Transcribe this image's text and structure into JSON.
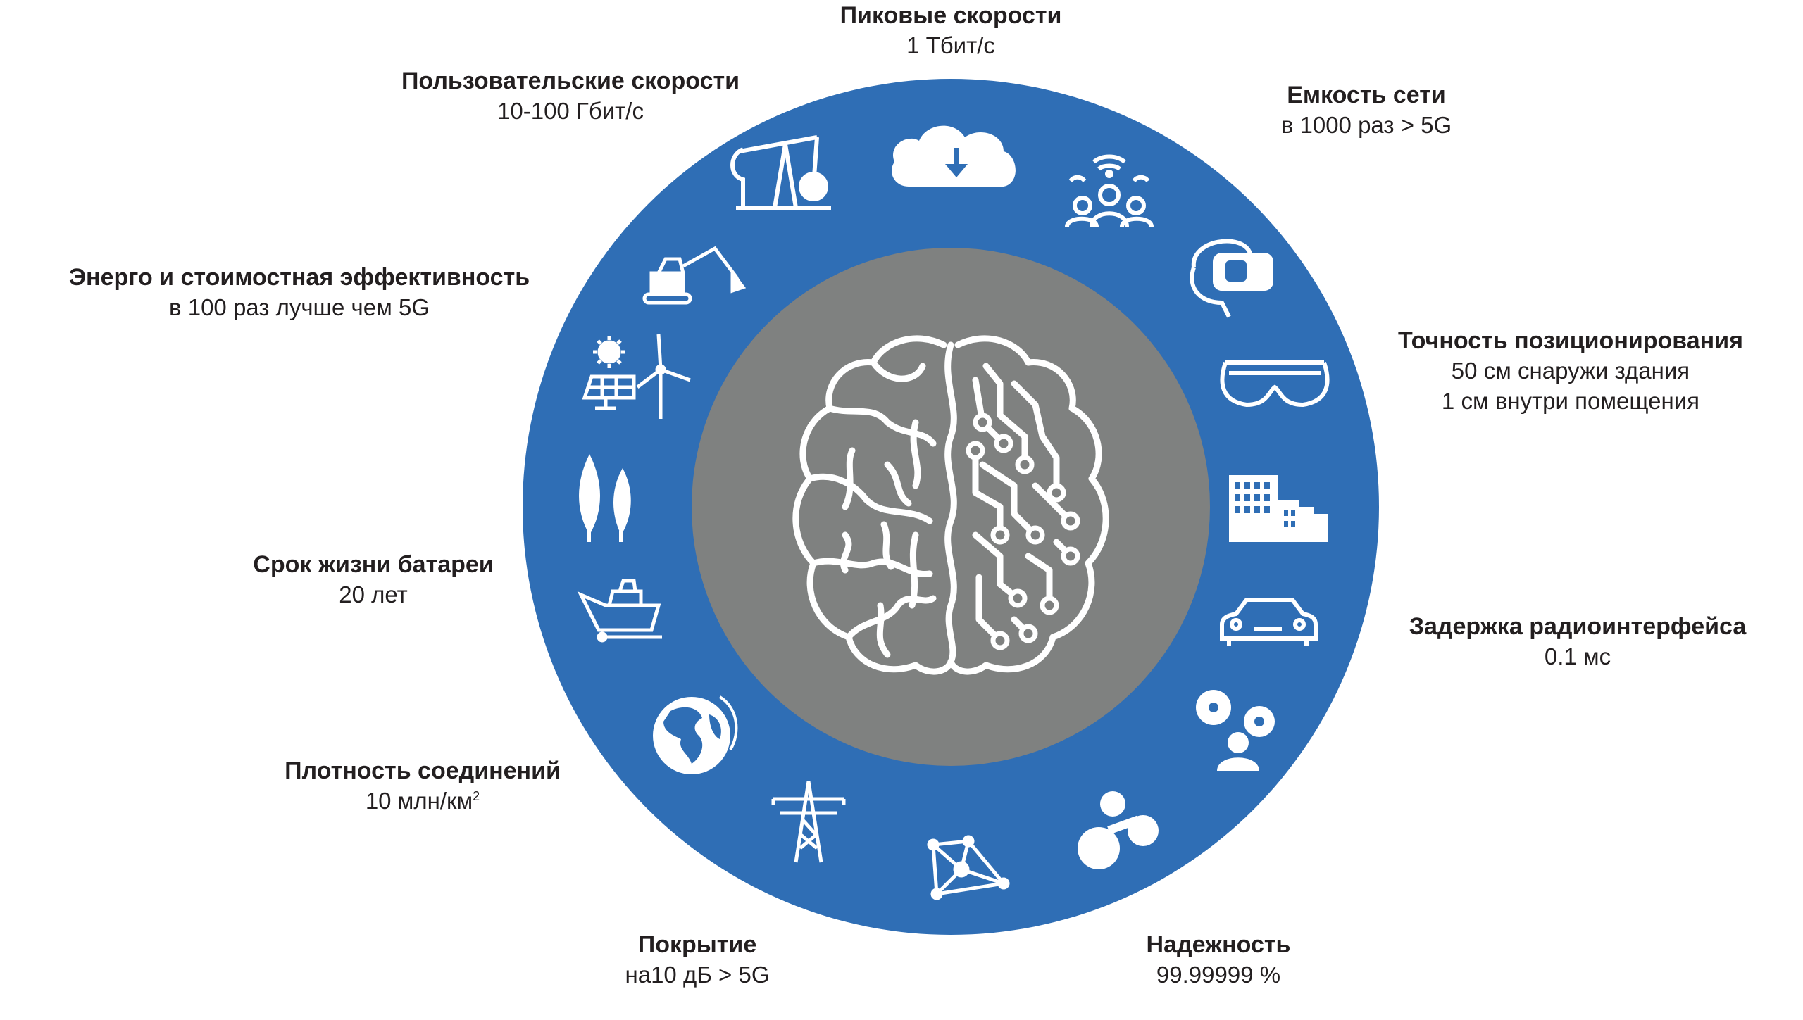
{
  "colors": {
    "ring": "#2f6eb5",
    "core": "#7f8180",
    "icon": "#ffffff",
    "text": "#231f20"
  },
  "center": {
    "icon": "brain-circuit-icon"
  },
  "metrics": [
    {
      "id": "peak",
      "title": "Пиковые скорости",
      "value": "1 Тбит/с"
    },
    {
      "id": "user",
      "title": "Пользовательские скорости",
      "value": "10-100 Гбит/с"
    },
    {
      "id": "capacity",
      "title": "Емкость сети",
      "value": "в 1000 раз > 5G"
    },
    {
      "id": "energy",
      "title": "Энерго и стоимостная эффективность",
      "value": "в 100 раз лучше чем 5G"
    },
    {
      "id": "positioning",
      "title": "Точность позиционирования",
      "value": "50 см снаружи здания",
      "value2": "1 см внутри помещения"
    },
    {
      "id": "battery",
      "title": "Срок жизни батареи",
      "value": "20 лет"
    },
    {
      "id": "latency",
      "title": "Задержка радиоинтерфейса",
      "value": "0.1 мс"
    },
    {
      "id": "density",
      "title": "Плотность соединений",
      "value": "10 млн/км",
      "sup": "2"
    },
    {
      "id": "coverage",
      "title": "Покрытие",
      "value": "на10 дБ > 5G"
    },
    {
      "id": "reliability",
      "title": "Надежность",
      "value": "99.99999 %"
    }
  ],
  "ring_icons": [
    "cloud-download-icon",
    "people-network-icon",
    "vr-headset-icon",
    "smart-glasses-icon",
    "factory-icon",
    "car-icon",
    "robot-arm-icon",
    "molecule-icon",
    "mesh-network-icon",
    "power-tower-icon",
    "globe-icon",
    "ship-icon",
    "wheat-icon",
    "solar-wind-icon",
    "excavator-icon",
    "oil-pump-icon"
  ]
}
